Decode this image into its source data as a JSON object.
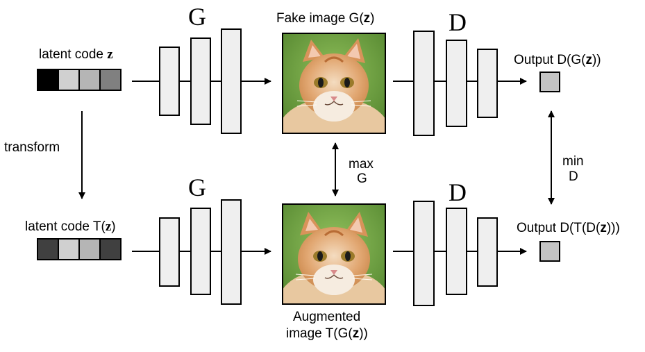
{
  "top": {
    "latent_label": "latent code ",
    "latent_var": "z",
    "latent_colors": [
      "#000000",
      "#d0d0d0",
      "#b5b5b5",
      "#808080"
    ],
    "gen_label": "G",
    "fake_label_pre": "Fake image G(",
    "fake_label_var": "z",
    "fake_label_post": ")",
    "disc_label": "D",
    "output_label_pre": "Output D(G(",
    "output_label_var": "z",
    "output_label_post": "))"
  },
  "bottom": {
    "latent_label_pre": "latent code T(",
    "latent_var": "z",
    "latent_label_post": ")",
    "latent_colors": [
      "#404040",
      "#d0d0d0",
      "#b5b5b5",
      "#404040"
    ],
    "gen_label": "G",
    "aug_line1": "Augmented",
    "aug_line2_pre": "image T(G(",
    "aug_line2_var": "z",
    "aug_line2_post": "))",
    "disc_label": "D",
    "output_label_pre": "Output D(T(D(",
    "output_label_var": "z",
    "output_label_post": ")))"
  },
  "arrows": {
    "transform_label": "transform",
    "max_line1": "max",
    "max_line2": "G",
    "min_line1": "min",
    "min_line2": "D"
  },
  "colors": {
    "layer_fill": "#efefef",
    "output_fill": "#c4c4c4",
    "stroke": "#000000"
  }
}
